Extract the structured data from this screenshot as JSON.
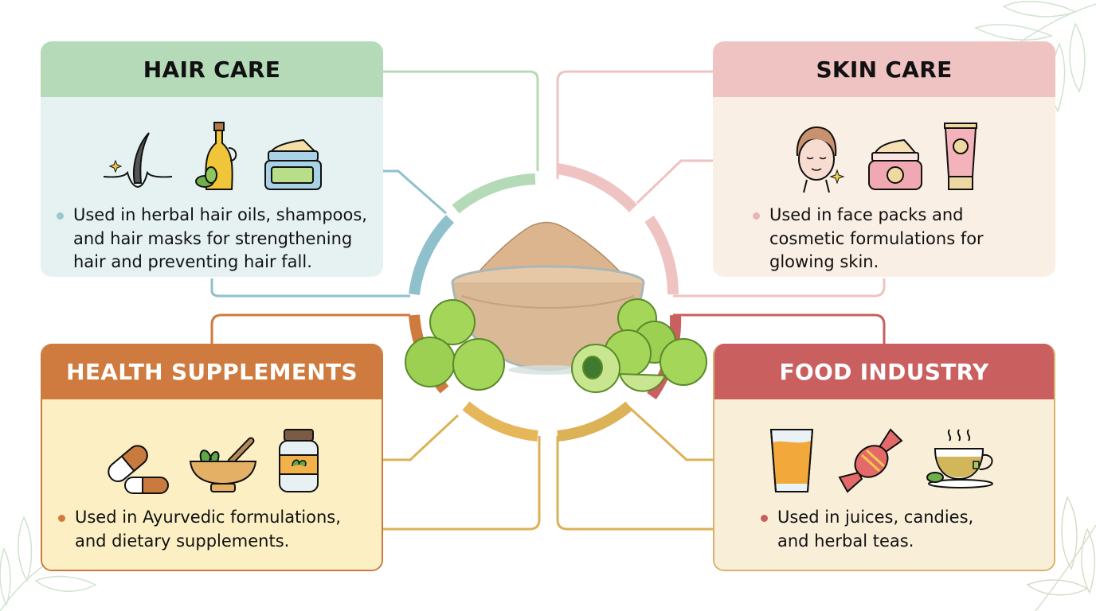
{
  "colors": {
    "hair_header": "#b4dab8",
    "hair_body": "#e6f2f2",
    "hair_accent": "#8fc1cc",
    "skin_header": "#efc3c1",
    "skin_body": "#faefe4",
    "skin_accent": "#e8b4b4",
    "health_header": "#cf7a3e",
    "health_body": "#fcefc4",
    "food_header": "#c95f5f",
    "food_body": "#f9efd9",
    "gold_accent": "#dcb256"
  },
  "center": {
    "subject": "Amla (Indian gooseberry) powder in glass bowl surrounded by amla fruits"
  },
  "sections": {
    "hair_care": {
      "title": "HAIR CARE",
      "icons": [
        "hair-follicle-icon",
        "oil-bottle-icon",
        "hair-mask-jar-icon"
      ],
      "bullet": "Used in herbal hair oils, shampoos, and hair masks for strengthening hair and preventing hair fall.",
      "lines": [
        "Used in herbal hair oils, shampoos,",
        "and hair masks for strengthening",
        "hair and preventing hair fall."
      ]
    },
    "skin_care": {
      "title": "SKIN CARE",
      "icons": [
        "glowing-face-icon",
        "cream-jar-icon",
        "cosmetic-tube-icon"
      ],
      "bullet": "Used in face packs and cosmetic formulations for glowing skin.",
      "lines": [
        "Used in face packs and",
        "cosmetic formulations for",
        "glowing skin."
      ]
    },
    "health_supplements": {
      "title": "HEALTH SUPPLEMENTS",
      "icons": [
        "capsule-icon",
        "mortar-pestle-icon",
        "supplement-bottle-icon"
      ],
      "bullet": "Used in Ayurvedic formulations, and dietary supplements.",
      "lines": [
        "Used in Ayurvedic formulations,",
        "and dietary supplements."
      ]
    },
    "food_industry": {
      "title": "FOOD INDUSTRY",
      "icons": [
        "juice-glass-icon",
        "candy-icon",
        "herbal-tea-icon"
      ],
      "bullet": "Used in juices, candies, and herbal teas.",
      "lines": [
        "Used in juices, candies,",
        "and herbal teas."
      ]
    }
  }
}
